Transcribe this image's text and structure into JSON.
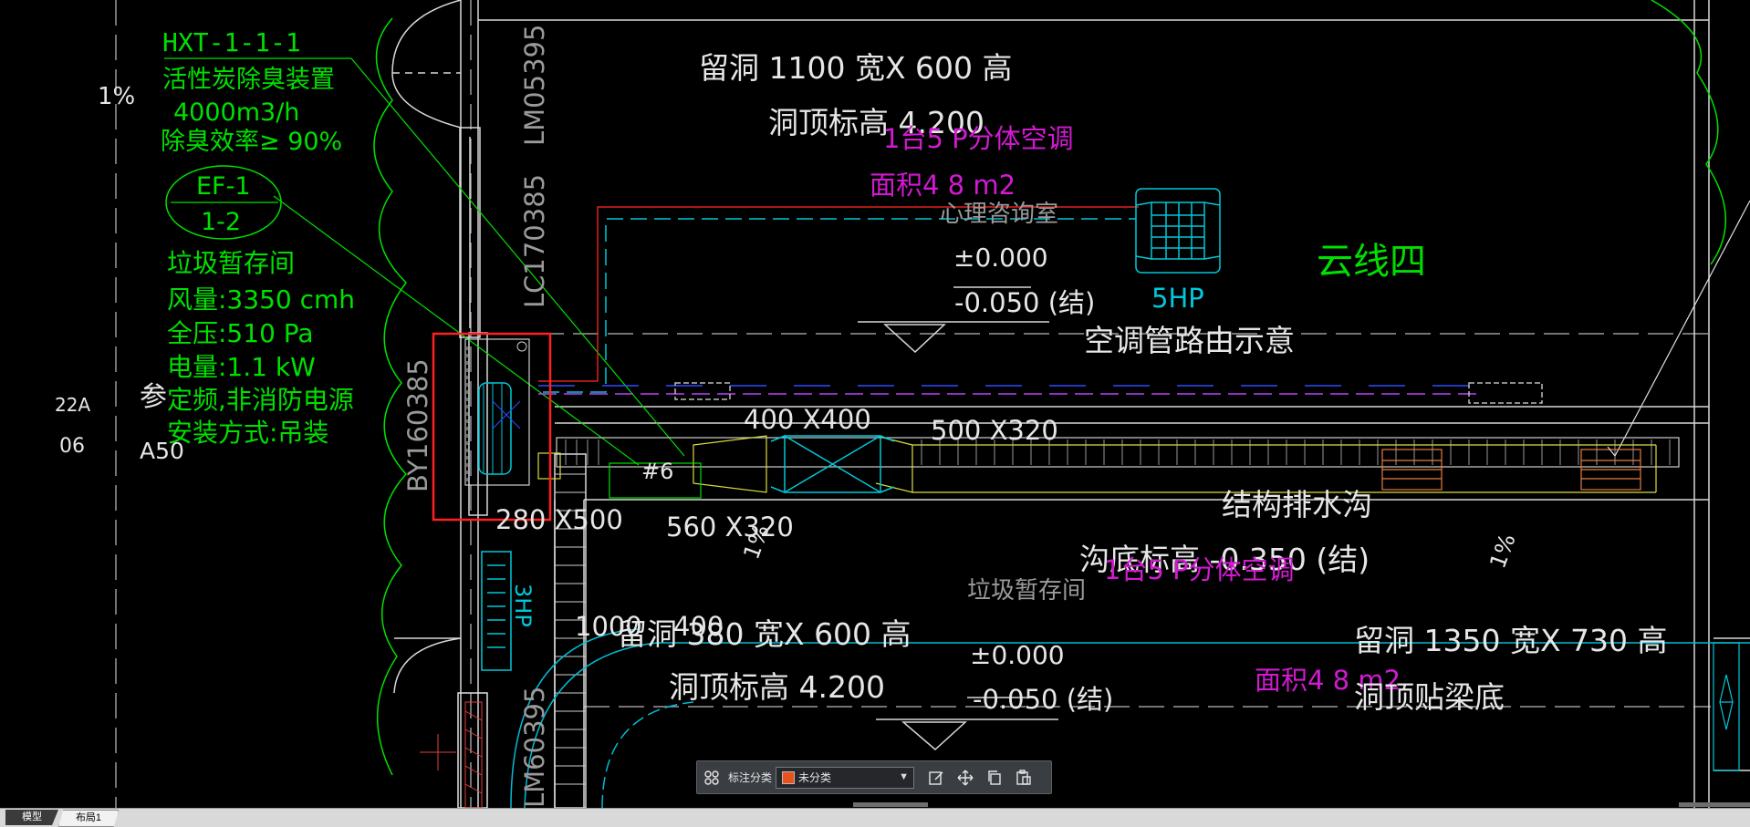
{
  "drawing": {
    "equipment_block": {
      "tag": "HXT-1-1-1",
      "name": "活性炭除臭装置",
      "flow": "4000m3/h",
      "efficiency": "除臭效率≥  90%"
    },
    "fan_ellipse": {
      "top": "EF-1",
      "bottom": "1-2"
    },
    "fan_specs": {
      "room": "垃圾暂存间",
      "airflow": "风量:3350  cmh",
      "pressure": "全压:510  Pa",
      "power": "电量:1.1 kW",
      "power_source": "定频,非消防电源",
      "install": "安装方式:吊装"
    },
    "left_margin": {
      "slope": "1%",
      "mark_22a": "22A",
      "mark_06": "06",
      "mark_a50": "A50",
      "mark_can": "参"
    },
    "opening_top": {
      "size": "留洞 1100  宽X  600  高",
      "elevation": "洞顶标高   4.200"
    },
    "ac_unit_top": {
      "label": "1台5 P分体空调",
      "area": "面积4 8 m2",
      "room": "心理咨询室",
      "elev1": "±0.000",
      "elev2": "-0.050  (结)",
      "hp": "5HP"
    },
    "cloud": "云线四",
    "ac_pipe_note": "空调管路由示意",
    "wall_codes": {
      "lm05395": "LM05395",
      "lc170385": "LC170385",
      "by160385": "BY160385",
      "lm60395": "LM60395"
    },
    "ducts": {
      "d400x400": "400 X400",
      "d500x320": "500  X320",
      "d280x500": "280  X500",
      "d560x320": "560  X320",
      "num6": "#6",
      "slope_duct": "1%"
    },
    "trench": {
      "name": "结构排水沟",
      "bottom": "沟底标高   -0.350   (结)",
      "slope": "1%"
    },
    "ac_unit_bottom": {
      "label": "1台5 P分体空调",
      "room": "垃圾暂存间",
      "elev1": "±0.000",
      "elev2": "-0.050  (结)",
      "area": "面积4 8 m2"
    },
    "hp3": "3HP",
    "opening_bottom_left": {
      "size": "留洞 380  宽X  600  高",
      "overlap": "1000",
      "overlap2": "400",
      "elevation": "洞顶标高   4.200"
    },
    "opening_bottom_right": {
      "size": "留洞  1350  宽X  730  高",
      "elevation": "洞顶贴梁底"
    }
  },
  "toolbar": {
    "grid_icon": "grid-icon",
    "label": "标注分类",
    "selected": "未分类",
    "swatch_color": "#e8521b"
  },
  "tabs": [
    {
      "label": "模型",
      "active": true
    },
    {
      "label": "布局1",
      "active": false
    }
  ],
  "colors": {
    "green": "#00ff00",
    "magenta": "#d21ad2",
    "cyan": "#00c8d8",
    "white": "#e6e6e6",
    "red": "#ff2020",
    "yellow": "#e6e640"
  }
}
